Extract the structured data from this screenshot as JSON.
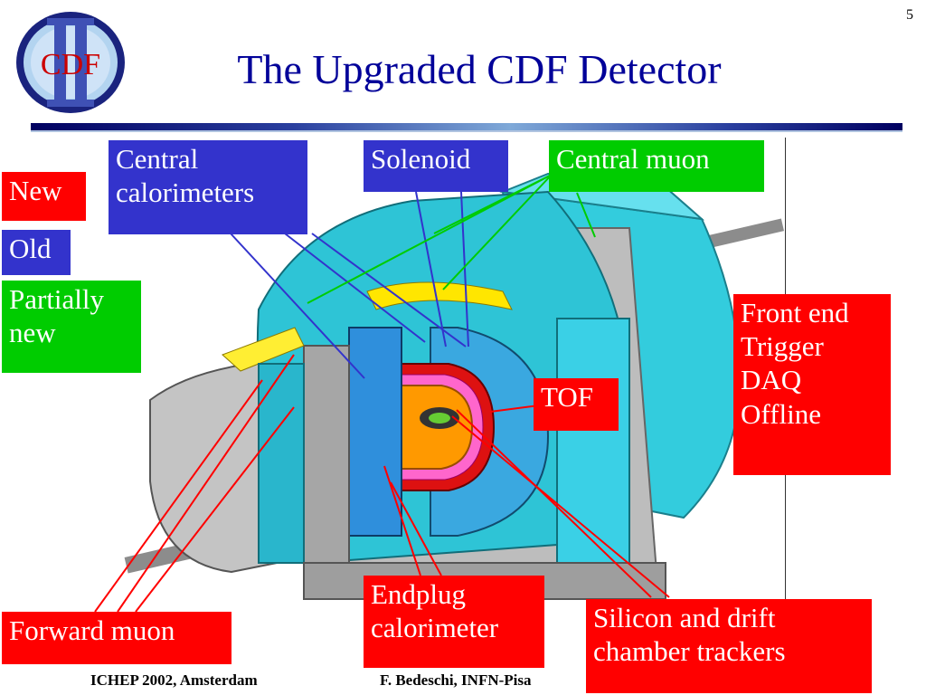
{
  "slide": {
    "page_number": "5",
    "title": "The Upgraded CDF Detector",
    "logo_text": "CDF"
  },
  "legend": {
    "new": "New",
    "old": "Old",
    "partially_new": "Partially\n new"
  },
  "callouts": {
    "central_calorimeters": "Central\ncalorimeters",
    "solenoid": "Solenoid",
    "central_muon": "Central muon",
    "front_end": "Front end\nTrigger\nDAQ\nOffline",
    "tof": "TOF",
    "endplug_calorimeter": "Endplug\ncalorimeter",
    "silicon_drift": "Silicon and drift\nchamber trackers",
    "forward_muon": "Forward muon"
  },
  "footer": {
    "left": "ICHEP 2002, Amsterdam",
    "center": "F. Bedeschi, INFN-Pisa"
  },
  "colors": {
    "new": "#ff0000",
    "old": "#3333cc",
    "partially_new": "#00cc00",
    "title": "#000099"
  }
}
